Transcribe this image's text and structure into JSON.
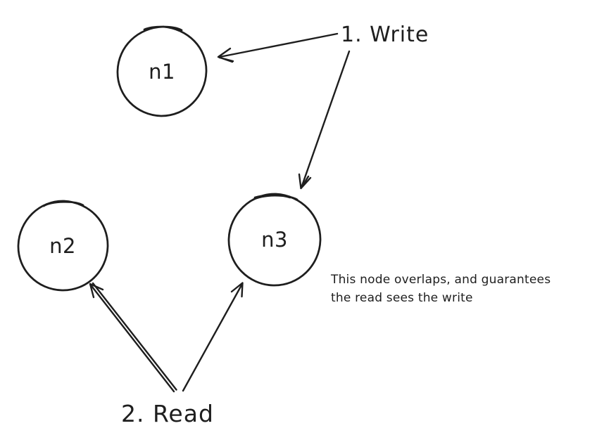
{
  "diagram": {
    "background_color": "#ffffff",
    "stroke_color": "#1e1e1e",
    "nodes": [
      {
        "id": "n1",
        "label": "n1"
      },
      {
        "id": "n2",
        "label": "n2"
      },
      {
        "id": "n3",
        "label": "n3"
      }
    ],
    "labels": {
      "write_step": "1. Write",
      "read_step": "2. Read"
    },
    "note": {
      "line1": "This node overlaps, and guarantees",
      "line2": "the read sees the write"
    },
    "arrows": [
      {
        "name": "write-to-n1",
        "from": "1. Write",
        "to": "n1"
      },
      {
        "name": "write-to-n3",
        "from": "1. Write",
        "to": "n3"
      },
      {
        "name": "read-to-n2",
        "from": "2. Read",
        "to": "n2"
      },
      {
        "name": "read-to-n3",
        "from": "2. Read",
        "to": "n3"
      }
    ]
  }
}
